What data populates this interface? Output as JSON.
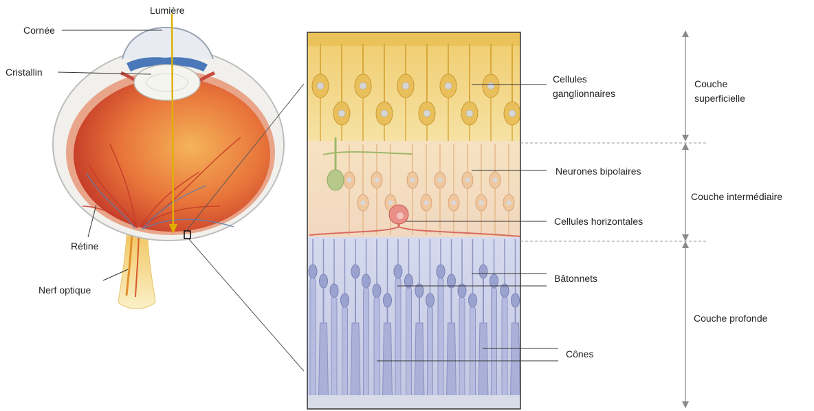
{
  "eye": {
    "light": "Lumière",
    "cornea": "Cornée",
    "lens": "Cristallin",
    "retina": "Rétine",
    "optic_nerve": "Nerf optique"
  },
  "cells": {
    "ganglion_line1": "Cellules",
    "ganglion_line2": "ganglionnaires",
    "bipolar": "Neurones bipolaires",
    "horizontal": "Cellules horizontales",
    "rods": "Bâtonnets",
    "cones": "Cônes"
  },
  "layers": {
    "superficial_line1": "Couche",
    "superficial_line2": "superficielle",
    "intermediate": "Couche intermédiaire",
    "deep": "Couche profonde"
  },
  "colors": {
    "light_ray": "#e0b000",
    "ganglion_layer": "#f0d480",
    "bipolar_layer": "#f3ddb8",
    "photoreceptor_layer": "#c8cde6",
    "eye_interior": "#e8743a",
    "leader_line": "#333333"
  }
}
